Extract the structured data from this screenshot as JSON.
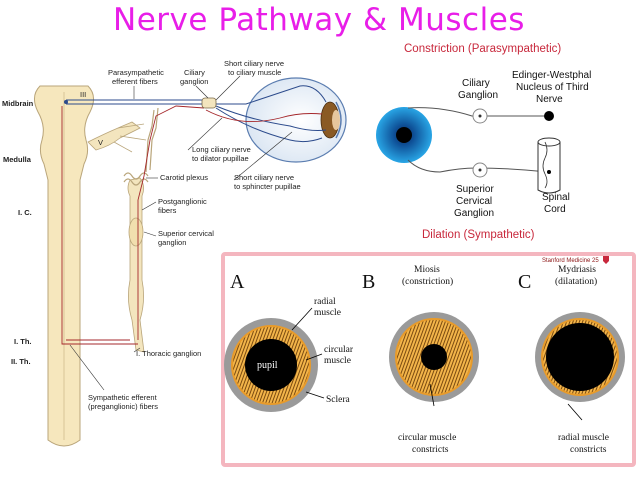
{
  "title": "Nerve Pathway & Muscles",
  "left_diagram": {
    "labels": {
      "midbrain": "Midbrain",
      "medulla": "Medulla",
      "ic": "I. C.",
      "ith": "I. Th.",
      "iith": "II. Th.",
      "iii": "III",
      "v": "V",
      "para_efferent_1": "Parasympathetic",
      "para_efferent_2": "efferent fibers",
      "ciliary_ganglion_1": "Ciliary",
      "ciliary_ganglion_2": "ganglion",
      "short_ciliary_1": "Short ciliary nerve",
      "short_ciliary_2": "to ciliary muscle",
      "long_ciliary_1": "Long ciliary nerve",
      "long_ciliary_2": "to dilator pupillae",
      "carotid_plexus": "Carotid plexus",
      "short_sphincter_1": "Short ciliary nerve",
      "short_sphincter_2": "to sphincter pupillae",
      "postganglionic_1": "Postganglionic",
      "postganglionic_2": "fibers",
      "superior_cervical_1": "Superior cervical",
      "superior_cervical_2": "ganglion",
      "thoracic_ganglion": "I. Thoracic ganglion",
      "sym_efferent_1": "Sympathetic efferent",
      "sym_efferent_2": "(preganglionic) fibers"
    }
  },
  "right_diagram": {
    "constriction": "Constriction (Parasympathetic)",
    "ciliary_1": "Ciliary",
    "ciliary_2": "Ganglion",
    "ew_1": "Edinger-Westphal",
    "ew_2": "Nucleus of Third",
    "ew_3": "Nerve",
    "sup_1": "Superior",
    "sup_2": "Cervical",
    "sup_3": "Ganglion",
    "spinal_1": "Spinal",
    "spinal_2": "Cord",
    "dilation": "Dilation (Sympathetic)"
  },
  "bottom_panel": {
    "watermark": "Stanford Medicine 25",
    "a": "A",
    "b": "B",
    "c": "C",
    "miosis_1": "Miosis",
    "miosis_2": "(constriction)",
    "mydriasis_1": "Mydriasis",
    "mydriasis_2": "(dilatation)",
    "radial_1": "radial",
    "radial_2": "muscle",
    "pupil": "pupil",
    "circular_1": "circular",
    "circular_2": "muscle",
    "sclera": "Sclera",
    "circ_constricts_1": "circular muscle",
    "circ_constricts_2": "constricts",
    "radial_constricts_1": "radial muscle",
    "radial_constricts_2": "constricts"
  },
  "colors": {
    "title": "#e81ee8",
    "red_label": "#c8283c",
    "panel_border": "#f4b6bf",
    "iris_orange": "#e89b2a",
    "sclera_gray": "#9a9a9a",
    "brainstem": "#f6e7bd"
  }
}
